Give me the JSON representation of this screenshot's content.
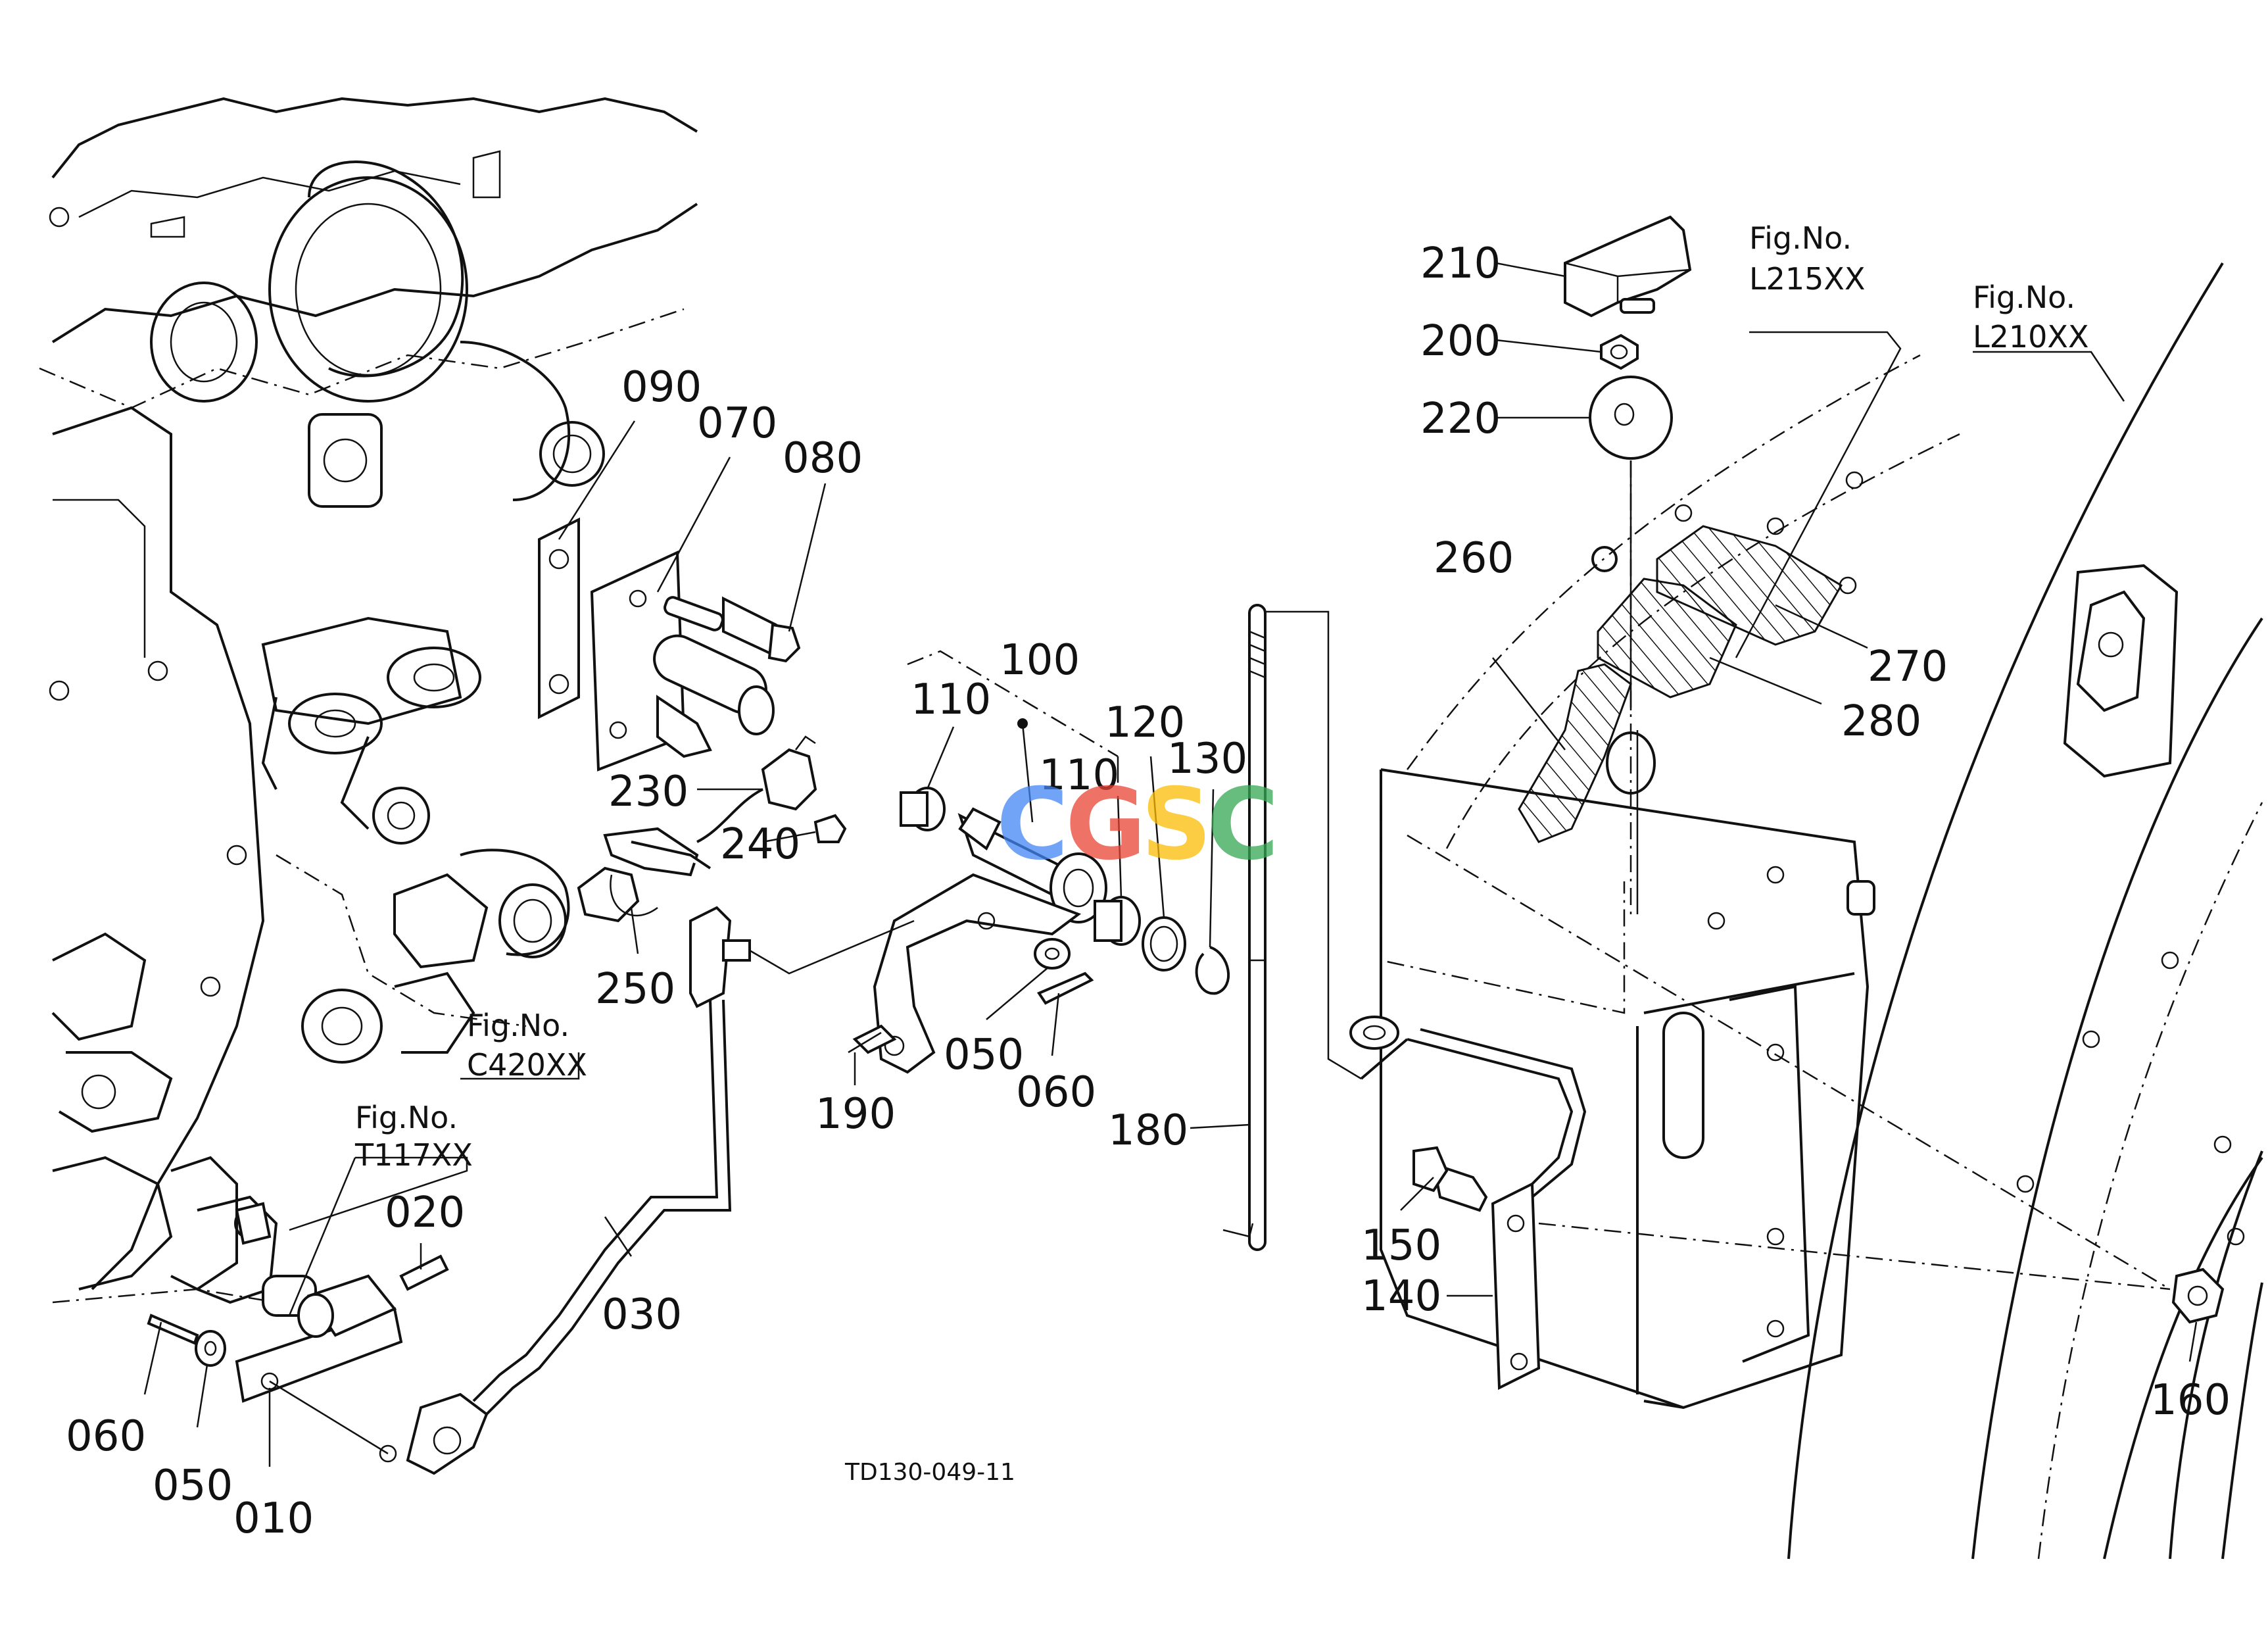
{
  "parts": [
    {
      "id": "p210",
      "label": "210"
    },
    {
      "id": "p200",
      "label": "200"
    },
    {
      "id": "p220",
      "label": "220"
    },
    {
      "id": "p260",
      "label": "260"
    },
    {
      "id": "p270",
      "label": "270"
    },
    {
      "id": "p280",
      "label": "280"
    },
    {
      "id": "p090",
      "label": "090"
    },
    {
      "id": "p070",
      "label": "070"
    },
    {
      "id": "p080",
      "label": "080"
    },
    {
      "id": "p100",
      "label": "100"
    },
    {
      "id": "p110a",
      "label": "110"
    },
    {
      "id": "p110b",
      "label": "110"
    },
    {
      "id": "p120",
      "label": "120"
    },
    {
      "id": "p130",
      "label": "130"
    },
    {
      "id": "p230",
      "label": "230"
    },
    {
      "id": "p240",
      "label": "240"
    },
    {
      "id": "p250",
      "label": "250"
    },
    {
      "id": "p050a",
      "label": "050"
    },
    {
      "id": "p060a",
      "label": "060"
    },
    {
      "id": "p190",
      "label": "190"
    },
    {
      "id": "p180",
      "label": "180"
    },
    {
      "id": "p150",
      "label": "150"
    },
    {
      "id": "p140",
      "label": "140"
    },
    {
      "id": "p160",
      "label": "160"
    },
    {
      "id": "p020",
      "label": "020"
    },
    {
      "id": "p030",
      "label": "030"
    },
    {
      "id": "p060b",
      "label": "060"
    },
    {
      "id": "p050b",
      "label": "050"
    },
    {
      "id": "p010",
      "label": "010"
    }
  ],
  "figure_refs": [
    {
      "id": "l215",
      "caption": "Fig.No.",
      "code": "L215XX"
    },
    {
      "id": "l210",
      "caption": "Fig.No.",
      "code": "L210XX"
    },
    {
      "id": "c420",
      "caption": "Fig.No.",
      "code": "C420XX"
    },
    {
      "id": "t117",
      "caption": "Fig.No.",
      "code": "T117XX"
    }
  ],
  "drawing_code": "TD130-049-11",
  "watermark": {
    "letters": [
      "C",
      "G",
      "S",
      "C"
    ],
    "colors": [
      "#4285f4",
      "#ea4335",
      "#fbbc05",
      "#34a853"
    ]
  }
}
